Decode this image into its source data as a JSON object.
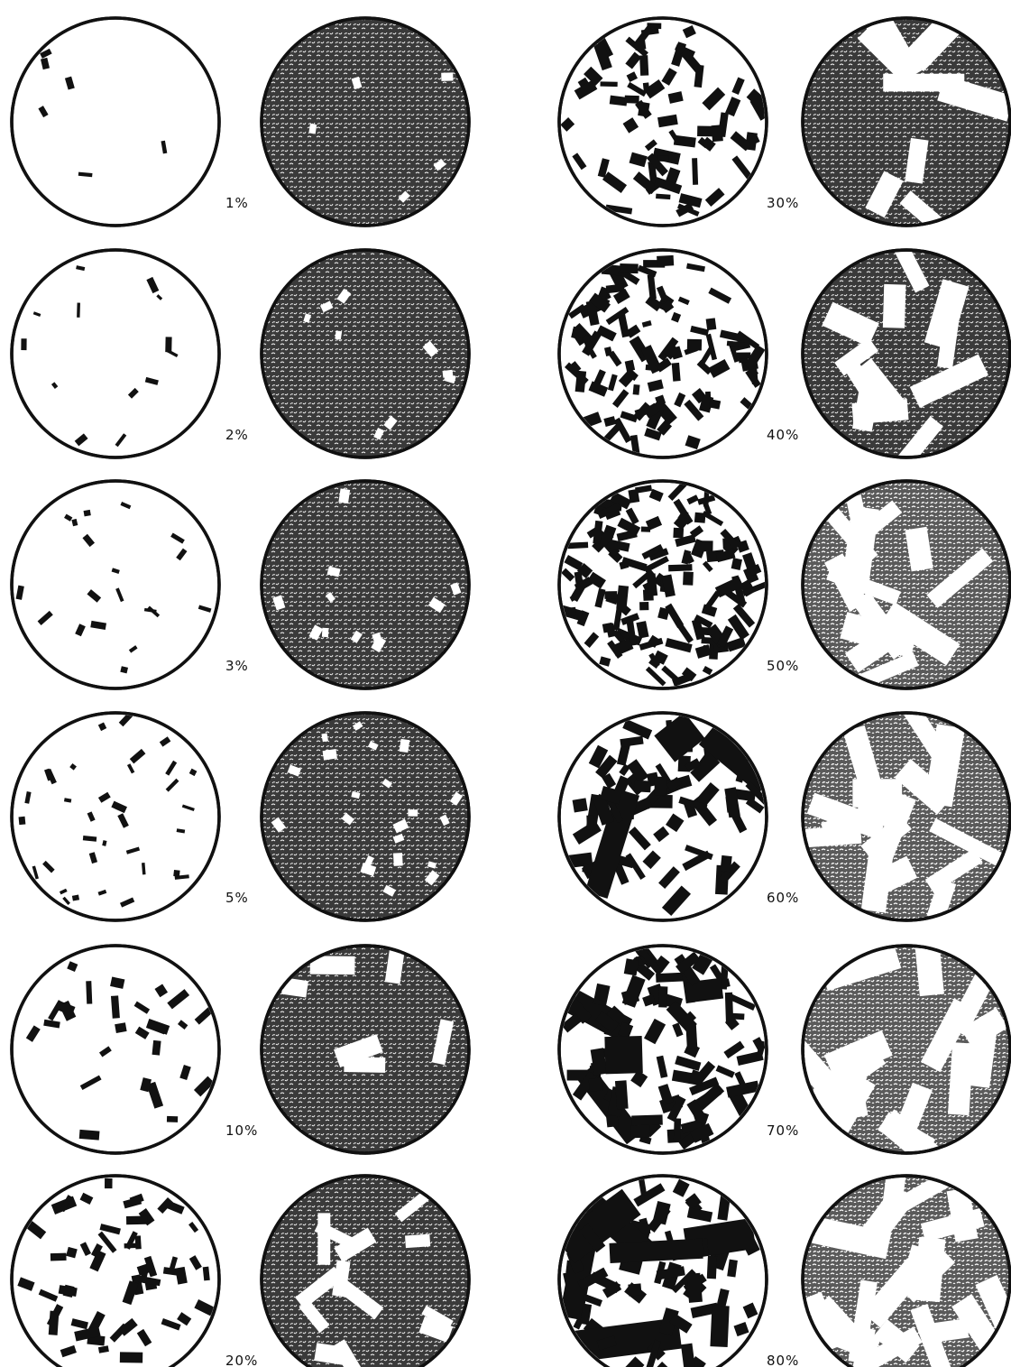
{
  "chart_data": {
    "type": "diagram",
    "description_kind": "percentage-estimation comparison chart",
    "columns": [
      "left",
      "right"
    ],
    "rows": [
      {
        "label": "1%",
        "value": 1
      },
      {
        "label": "2%",
        "value": 2
      },
      {
        "label": "3%",
        "value": 3
      },
      {
        "label": "5%",
        "value": 5
      },
      {
        "label": "10%",
        "value": 10
      },
      {
        "label": "20%",
        "value": 20
      },
      {
        "label": "30%",
        "value": 30
      },
      {
        "label": "40%",
        "value": 40
      },
      {
        "label": "50%",
        "value": 50
      },
      {
        "label": "60%",
        "value": 60
      },
      {
        "label": "70%",
        "value": 70
      },
      {
        "label": "80%",
        "value": 80
      }
    ]
  },
  "colors": {
    "ink": "#111111",
    "paper": "#ffffff",
    "stipple_dark": "#3a3a3a"
  }
}
